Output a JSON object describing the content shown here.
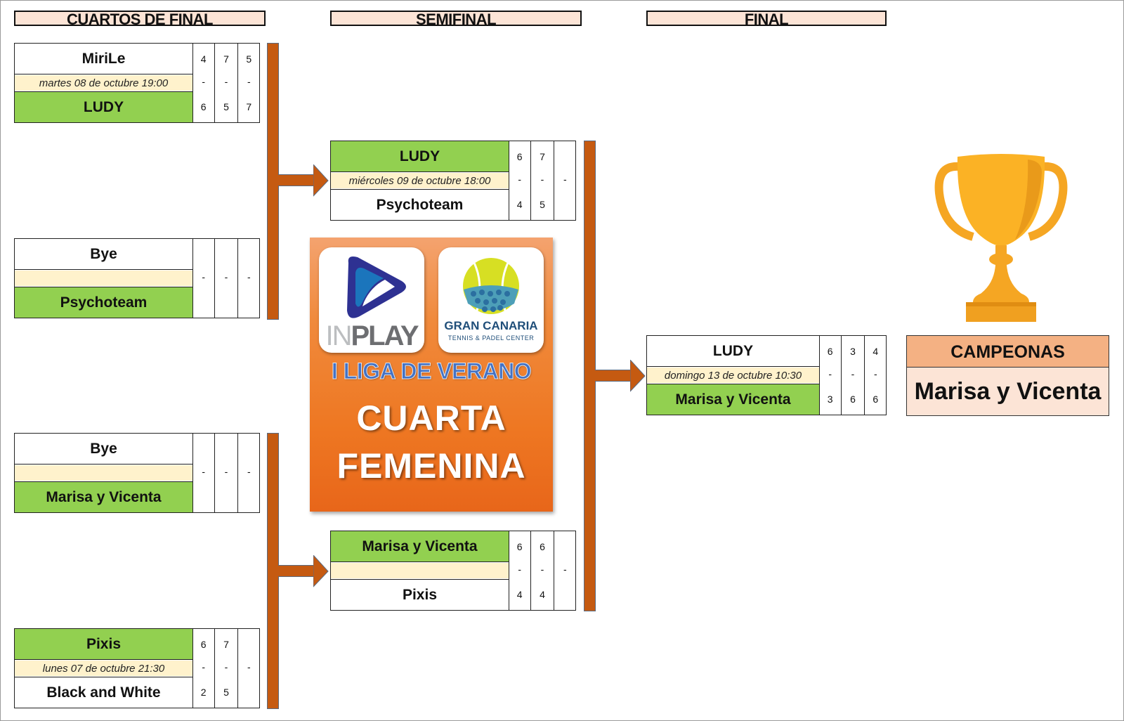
{
  "rounds": {
    "quarterfinal": "CUARTOS DE FINAL",
    "semifinal": "SEMIFINAL",
    "final": "FINAL"
  },
  "colors": {
    "winner": "#92d050",
    "date_row": "#fff2cc",
    "header_bg": "#fce4d6",
    "connector": "#c55a11",
    "panel": "#ee7722",
    "champion_header": "#f4b183"
  },
  "matches": {
    "qf1": {
      "team_top": "MiriLe",
      "team_bottom": "LUDY",
      "winner": "bottom",
      "date": "martes 08 de octubre 19:00",
      "sets": [
        [
          "4",
          "-",
          "6"
        ],
        [
          "7",
          "-",
          "5"
        ],
        [
          "5",
          "-",
          "7"
        ]
      ]
    },
    "qf2": {
      "team_top": "Bye",
      "team_bottom": "Psychoteam",
      "winner": "bottom",
      "date": "",
      "sets": [
        [
          "",
          "-",
          ""
        ],
        [
          "",
          "-",
          ""
        ],
        [
          "",
          "-",
          ""
        ]
      ]
    },
    "qf3": {
      "team_top": "Bye",
      "team_bottom": "Marisa y Vicenta",
      "winner": "bottom",
      "date": "",
      "sets": [
        [
          "",
          "-",
          ""
        ],
        [
          "",
          "-",
          ""
        ],
        [
          "",
          "-",
          ""
        ]
      ]
    },
    "qf4": {
      "team_top": "Pixis",
      "team_bottom": "Black and White",
      "winner": "top",
      "date": "lunes 07 de octubre 21:30",
      "sets": [
        [
          "6",
          "-",
          "2"
        ],
        [
          "7",
          "-",
          "5"
        ],
        [
          "",
          "-",
          ""
        ]
      ]
    },
    "sf1": {
      "team_top": "LUDY",
      "team_bottom": "Psychoteam",
      "winner": "top",
      "date": "miércoles 09 de octubre 18:00",
      "sets": [
        [
          "6",
          "-",
          "4"
        ],
        [
          "7",
          "-",
          "5"
        ],
        [
          "",
          "-",
          ""
        ]
      ]
    },
    "sf2": {
      "team_top": "Marisa y Vicenta",
      "team_bottom": "Pixis",
      "winner": "top",
      "date": "",
      "sets": [
        [
          "6",
          "-",
          "4"
        ],
        [
          "6",
          "-",
          "4"
        ],
        [
          "",
          "-",
          ""
        ]
      ]
    },
    "final": {
      "team_top": "LUDY",
      "team_bottom": "Marisa y Vicenta",
      "winner": "bottom",
      "date": "domingo 13 de octubre 10:30",
      "sets": [
        [
          "6",
          "-",
          "3"
        ],
        [
          "3",
          "-",
          "6"
        ],
        [
          "4",
          "-",
          "6"
        ]
      ]
    }
  },
  "logos": {
    "inplay_in": "IN",
    "inplay_play": "PLAY",
    "gc_name": "GRAN CANARIA",
    "gc_sub": "TENNIS & PADEL CENTER"
  },
  "league": {
    "title": "I LIGA DE VERANO",
    "category_line1": "CUARTA",
    "category_line2": "FEMENINA"
  },
  "champion": {
    "label": "CAMPEONAS",
    "name": "Marisa y Vicenta",
    "icon": "trophy-icon"
  }
}
